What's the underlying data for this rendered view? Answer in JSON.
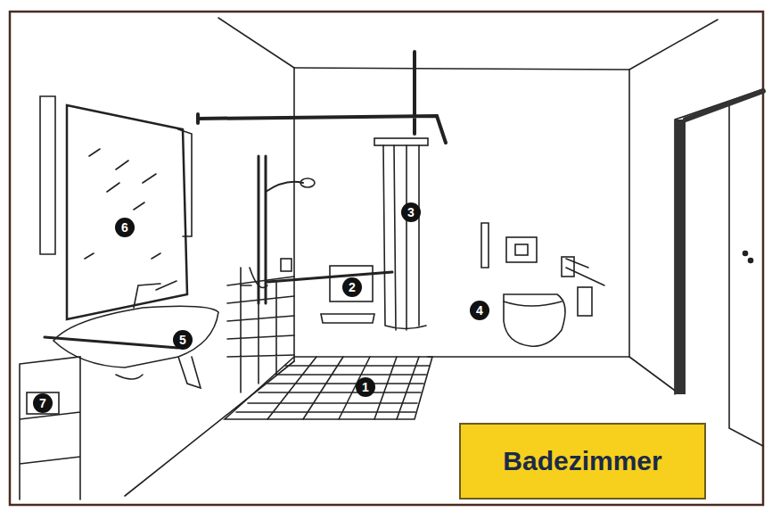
{
  "diagram": {
    "nodes": [
      {
        "text": [
          "Badezimmer"
        ]
      }
    ],
    "labels": [
      "6",
      "3",
      "2",
      "4",
      "5",
      "1",
      "7"
    ]
  }
}
